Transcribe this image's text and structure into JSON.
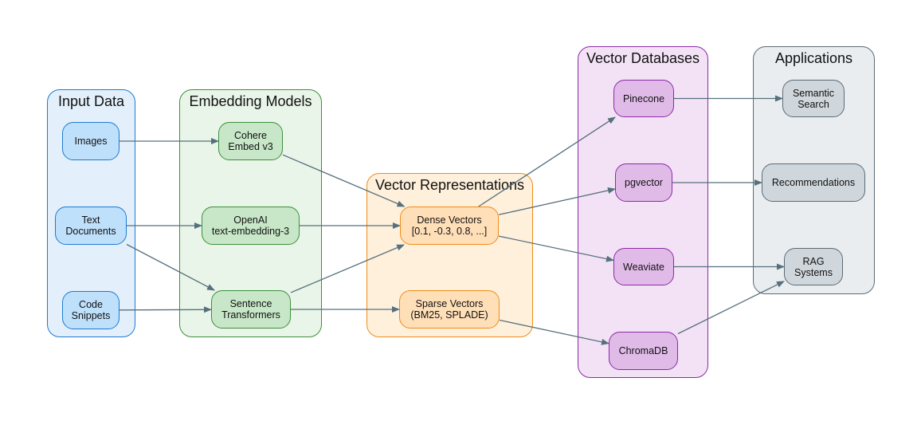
{
  "colors": {
    "input_fill": "#e3f0fb",
    "input_border": "#1e7ad0",
    "input_node_fill": "#bfe0fb",
    "embed_fill": "#e9f5e8",
    "embed_border": "#3c8f3c",
    "embed_node_fill": "#c8e7c8",
    "vector_fill": "#fff0dc",
    "vector_border": "#ef8c1a",
    "vector_node_fill": "#ffdfb8",
    "db_fill": "#f3e2f6",
    "db_border": "#8b2aa6",
    "db_node_fill": "#e1bbe8",
    "app_fill": "#e9edf0",
    "app_border": "#5b6b76",
    "app_node_fill": "#d0d7dc",
    "edge": "#56707e"
  },
  "clusters": {
    "input": {
      "title": "Input Data"
    },
    "embed": {
      "title": "Embedding Models"
    },
    "vector": {
      "title": "Vector Representations"
    },
    "db": {
      "title": "Vector Databases"
    },
    "app": {
      "title": "Applications"
    }
  },
  "nodes": {
    "images": "Images",
    "text_documents": "Text\nDocuments",
    "code_snippets": "Code\nSnippets",
    "cohere": "Cohere\nEmbed v3",
    "openai": "OpenAI\ntext-embedding-3",
    "sentence_transformers": "Sentence\nTransformers",
    "dense_vectors": "Dense Vectors\n[0.1, -0.3, 0.8, ...]",
    "sparse_vectors": "Sparse Vectors\n(BM25, SPLADE)",
    "pinecone": "Pinecone",
    "pgvector": "pgvector",
    "weaviate": "Weaviate",
    "chromadb": "ChromaDB",
    "semantic_search": "Semantic\nSearch",
    "recommendations": "Recommendations",
    "rag_systems": "RAG\nSystems"
  },
  "edges": [
    [
      "images",
      "cohere"
    ],
    [
      "text_documents",
      "openai"
    ],
    [
      "text_documents",
      "sentence_transformers"
    ],
    [
      "code_snippets",
      "sentence_transformers"
    ],
    [
      "cohere",
      "dense_vectors"
    ],
    [
      "openai",
      "dense_vectors"
    ],
    [
      "sentence_transformers",
      "dense_vectors"
    ],
    [
      "sentence_transformers",
      "sparse_vectors"
    ],
    [
      "dense_vectors",
      "pinecone"
    ],
    [
      "dense_vectors",
      "pgvector"
    ],
    [
      "dense_vectors",
      "weaviate"
    ],
    [
      "sparse_vectors",
      "chromadb"
    ],
    [
      "pinecone",
      "semantic_search"
    ],
    [
      "pgvector",
      "recommendations"
    ],
    [
      "weaviate",
      "rag_systems"
    ],
    [
      "chromadb",
      "rag_systems"
    ]
  ]
}
